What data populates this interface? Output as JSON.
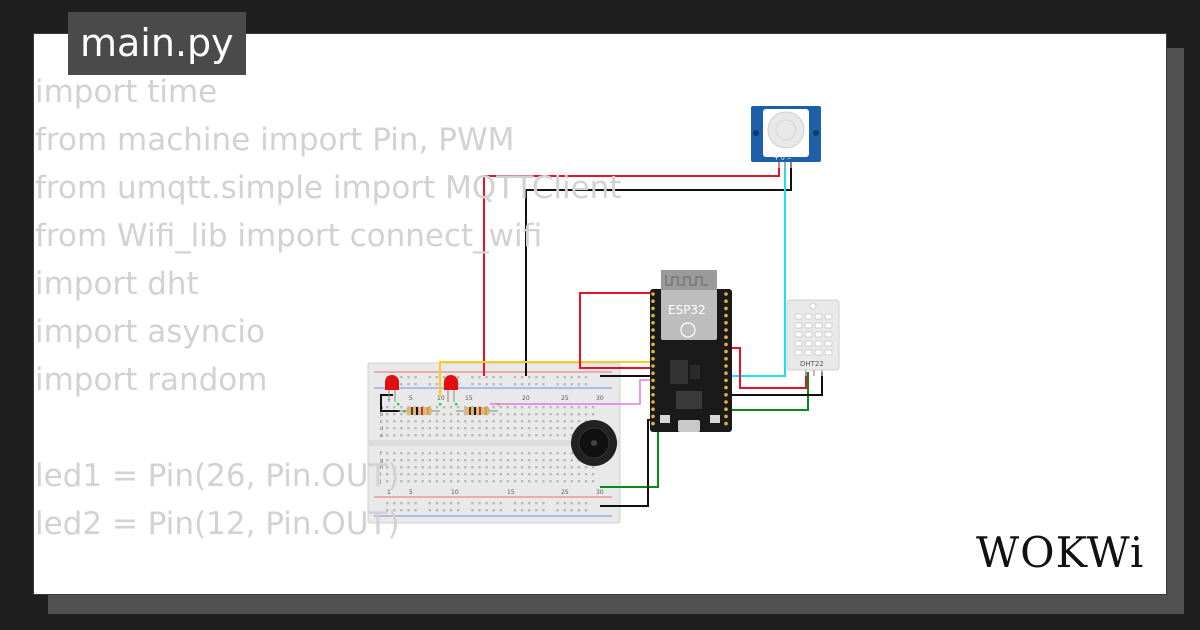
{
  "file_tab": {
    "label": "main.py"
  },
  "code": {
    "lines": [
      "import time",
      "from machine import Pin, PWM",
      "from umqtt.simple import MQTTClient",
      "from Wifi_lib import connect_wifi",
      "import dht",
      "import asyncio",
      "import random",
      "",
      "led1 = Pin(26, Pin.OUT)",
      "led2 = Pin(12, Pin.OUT)"
    ]
  },
  "circuit": {
    "esp32": {
      "label": "ESP32"
    },
    "dht": {
      "label": "DHT22"
    },
    "pir": {
      "pin_labels": "+ 0 −"
    },
    "breadboard": {
      "column_numbers": [
        "1",
        "5",
        "10",
        "15",
        "20",
        "25",
        "30"
      ],
      "row_letters_top": [
        "a",
        "b",
        "c",
        "d",
        "e"
      ],
      "row_letters_bottom": [
        "f",
        "g",
        "h",
        "i",
        "j"
      ]
    },
    "colors": {
      "red_wire": "#e8112d",
      "black_wire": "#111111",
      "yellow_wire": "#f5cd1e",
      "cyan_wire": "#1ee0f0",
      "green_wire": "#0a8a1a",
      "violet_wire": "#e07ae0",
      "led": "#e01010",
      "esp32_board": "#1a1a1a",
      "pir_board": "#1d5fa8"
    }
  },
  "brand": {
    "logo": "WOKWi"
  }
}
